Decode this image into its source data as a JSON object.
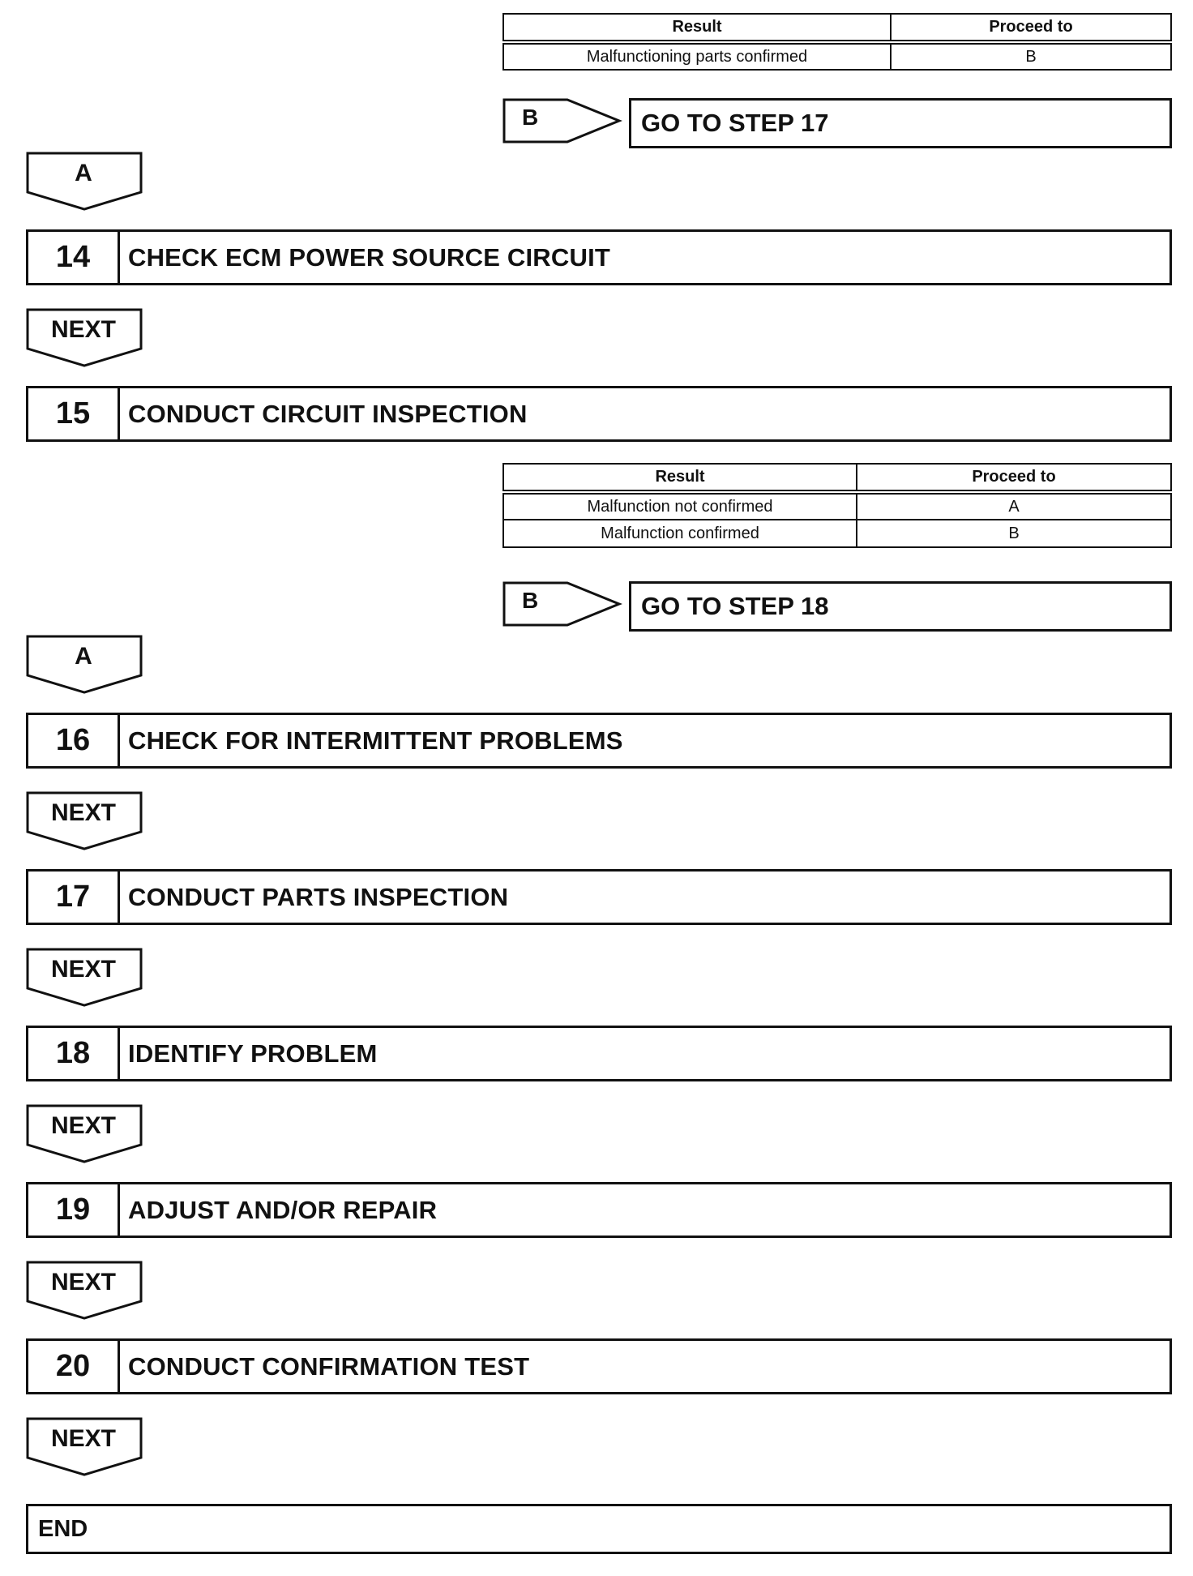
{
  "table1": {
    "headers": [
      "Result",
      "Proceed to"
    ],
    "rows": [
      [
        "Malfunctioning parts confirmed",
        "B"
      ]
    ]
  },
  "branch1": {
    "label": "B",
    "target": "GO TO STEP 17"
  },
  "arrow1": {
    "label": "A"
  },
  "step14": {
    "number": "14",
    "title": "CHECK ECM POWER SOURCE CIRCUIT"
  },
  "next14": {
    "label": "NEXT"
  },
  "step15": {
    "number": "15",
    "title": "CONDUCT CIRCUIT INSPECTION"
  },
  "table2": {
    "headers": [
      "Result",
      "Proceed to"
    ],
    "rows": [
      [
        "Malfunction not confirmed",
        "A"
      ],
      [
        "Malfunction confirmed",
        "B"
      ]
    ]
  },
  "branch2": {
    "label": "B",
    "target": "GO TO STEP 18"
  },
  "arrow2": {
    "label": "A"
  },
  "step16": {
    "number": "16",
    "title": "CHECK FOR INTERMITTENT PROBLEMS"
  },
  "next16": {
    "label": "NEXT"
  },
  "step17": {
    "number": "17",
    "title": "CONDUCT PARTS INSPECTION"
  },
  "next17": {
    "label": "NEXT"
  },
  "step18": {
    "number": "18",
    "title": "IDENTIFY PROBLEM"
  },
  "next18": {
    "label": "NEXT"
  },
  "step19": {
    "number": "19",
    "title": "ADJUST AND/OR REPAIR"
  },
  "next19": {
    "label": "NEXT"
  },
  "step20": {
    "number": "20",
    "title": "CONDUCT CONFIRMATION TEST"
  },
  "next20": {
    "label": "NEXT"
  },
  "end": {
    "label": "END"
  }
}
